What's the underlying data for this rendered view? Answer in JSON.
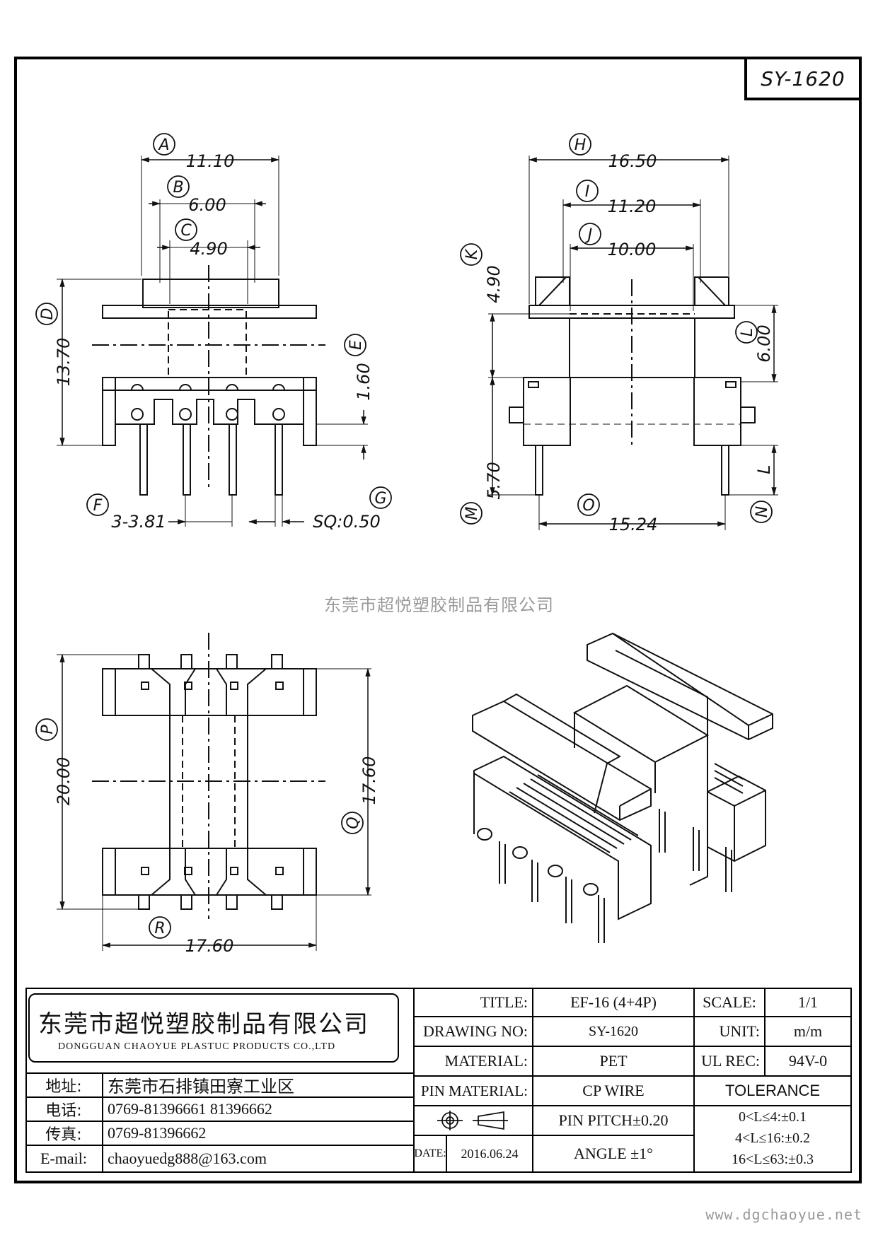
{
  "part_code": "SY-1620",
  "watermark": "东莞市超悦塑胶制品有限公司",
  "website": "www.dgchaoyue.net",
  "dimensions": {
    "A": "A",
    "B": "B",
    "C": "C",
    "D": "D",
    "E": "E",
    "F": "F",
    "G": "G",
    "H": "H",
    "I": "I",
    "J": "J",
    "K": "K",
    "L": "L",
    "M": "M",
    "N": "N",
    "O": "O",
    "P": "P",
    "Q": "Q",
    "R": "R",
    "A_val": "11.10",
    "B_val": "6.00",
    "C_val": "4.90",
    "D_val": "13.70",
    "E_val": "1.60",
    "F_val": "3-3.81",
    "G_val": "SQ:0.50",
    "H_val": "16.50",
    "I_val": "11.20",
    "J_val": "10.00",
    "K_val": "4.90",
    "L_val": "6.00",
    "L_letter": "L",
    "M_val": "5.70",
    "O_val": "15.24",
    "P_val": "20.00",
    "Q_val": "17.60",
    "R_val": "17.60"
  },
  "title_block": {
    "company_cn": "东莞市超悦塑胶制品有限公司",
    "company_en": "DONGGUAN CHAOYUE PLASTUC PRODUCTS CO.,LTD",
    "address_label": "地址:",
    "address": "东莞市石排镇田寮工业区",
    "phone_label": "电话:",
    "phone": "0769-81396661  81396662",
    "fax_label": "传真:",
    "fax": "0769-81396662",
    "email_label": "E-mail:",
    "email": "chaoyuedg888@163.com",
    "title_label": "TITLE:",
    "title": "EF-16 (4+4P)",
    "scale_label": "SCALE:",
    "scale": "1/1",
    "drawing_no_label": "DRAWING NO:",
    "drawing_no": "SY-1620",
    "unit_label": "UNIT:",
    "unit": "m/m",
    "material_label": "MATERIAL:",
    "material": "PET",
    "ul_rec_label": "UL REC:",
    "ul_rec": "94V-0",
    "pin_material_label": "PIN MATERIAL:",
    "pin_material": "CP WIRE",
    "tolerance_label": "TOLERANCE",
    "pin_pitch": "PIN PITCH±0.20",
    "angle": "ANGLE  ±1°",
    "tol_1": "0<L≤4:±0.1",
    "tol_2": "4<L≤16:±0.2",
    "tol_3": "16<L≤63:±0.3",
    "date_label": "DATE:",
    "date": "2016.06.24"
  }
}
